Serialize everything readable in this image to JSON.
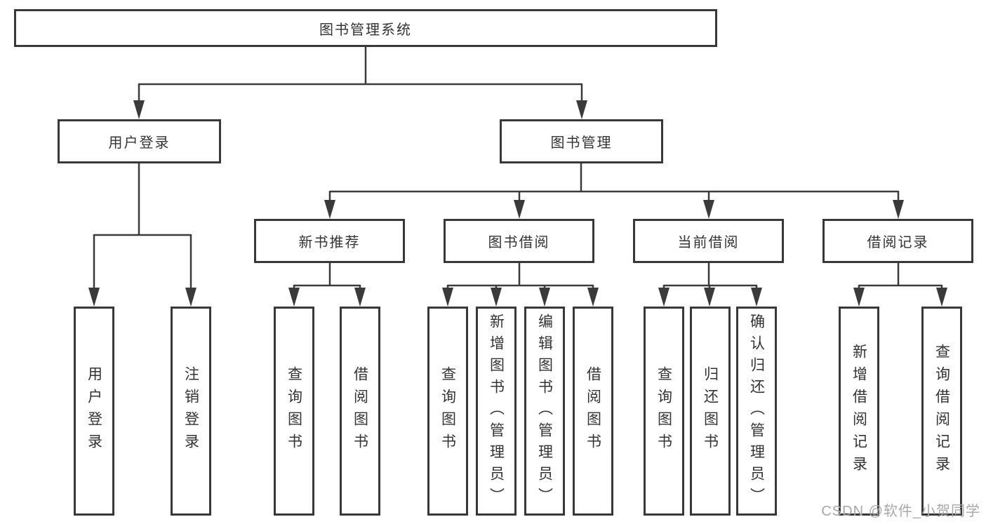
{
  "tree": {
    "label": "图书管理系统",
    "children": [
      {
        "label": "用户登录",
        "children": [
          {
            "label": "用户登录"
          },
          {
            "label": "注销登录"
          }
        ]
      },
      {
        "label": "图书管理",
        "children": [
          {
            "label": "新书推荐",
            "children": [
              {
                "label": "查询图书"
              },
              {
                "label": "借阅图书"
              }
            ]
          },
          {
            "label": "图书借阅",
            "children": [
              {
                "label": "查询图书"
              },
              {
                "label": "新增图书（管理员）"
              },
              {
                "label": "编辑图书（管理员）"
              },
              {
                "label": "借阅图书"
              }
            ]
          },
          {
            "label": "当前借阅",
            "children": [
              {
                "label": "查询图书"
              },
              {
                "label": "归还图书"
              },
              {
                "label": "确认归还（管理员）"
              }
            ]
          },
          {
            "label": "借阅记录",
            "children": [
              {
                "label": "新增借阅记录"
              },
              {
                "label": "查询借阅记录"
              }
            ]
          }
        ]
      }
    ]
  },
  "watermark": {
    "text": "CSDN @软件_小贺同学"
  },
  "colors": {
    "line": "#3a3a3a",
    "box_border": "#383838",
    "text": "#333333",
    "watermark": "#a8a8a8",
    "background": "#ffffff"
  }
}
